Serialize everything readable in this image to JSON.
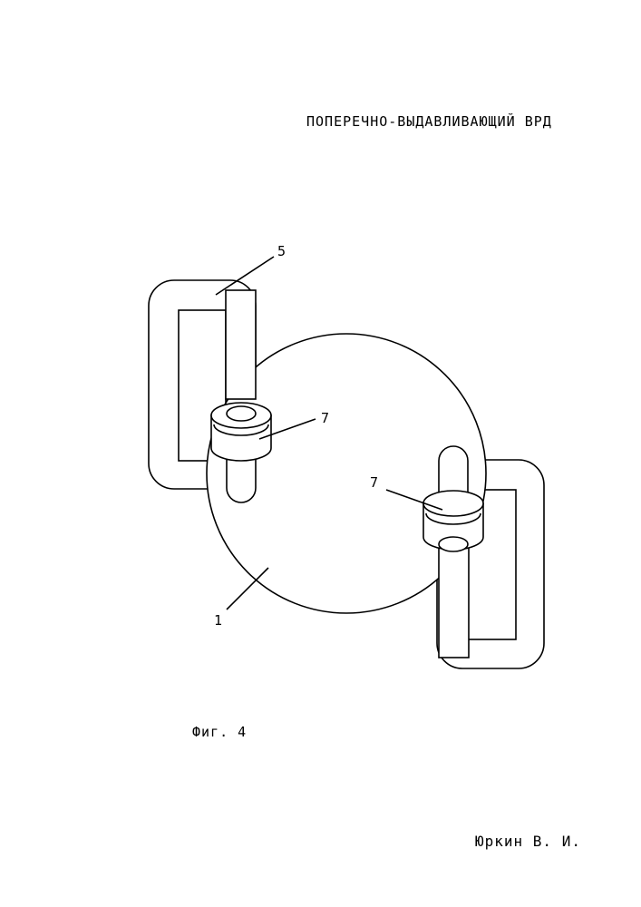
{
  "title": "ПОПЕРЕЧНО-ВЫДАВЛИВАЮЩИЙ ВРД",
  "figure_caption": "Фиг. 4",
  "author": "Юркин В. И.",
  "callouts": {
    "chamber": "1",
    "loop_channel": "5",
    "collar_upper": "7",
    "collar_lower": "7"
  }
}
